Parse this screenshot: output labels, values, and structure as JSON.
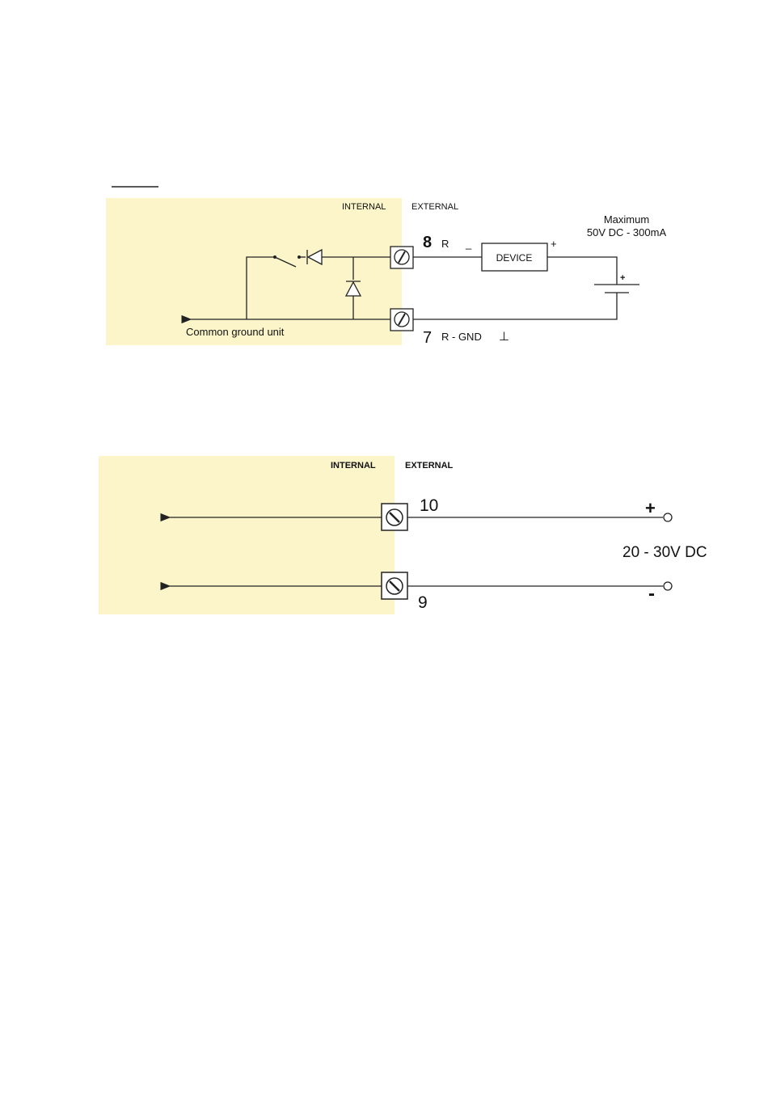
{
  "colors": {
    "internal_zone": "#fbf5c9",
    "line": "#222222"
  },
  "diagram1": {
    "internal_label": "INTERNAL",
    "external_label": "EXTERNAL",
    "terminal_top_number": "8",
    "terminal_top_signal": "R",
    "terminal_bottom_number": "7",
    "terminal_bottom_signal": "R - GND",
    "ground_symbol": "⊥",
    "device_label": "DEVICE",
    "device_minus": "_",
    "device_plus": "+",
    "battery_plus": "+",
    "max_line1": "Maximum",
    "max_line2": "50V DC - 300mA",
    "ground_label": "Common ground unit"
  },
  "diagram2": {
    "internal_label": "INTERNAL",
    "external_label": "EXTERNAL",
    "terminal_top_number": "10",
    "terminal_bottom_number": "9",
    "plus_sign": "+",
    "minus_sign": "-",
    "supply_label": "20 - 30V DC"
  }
}
